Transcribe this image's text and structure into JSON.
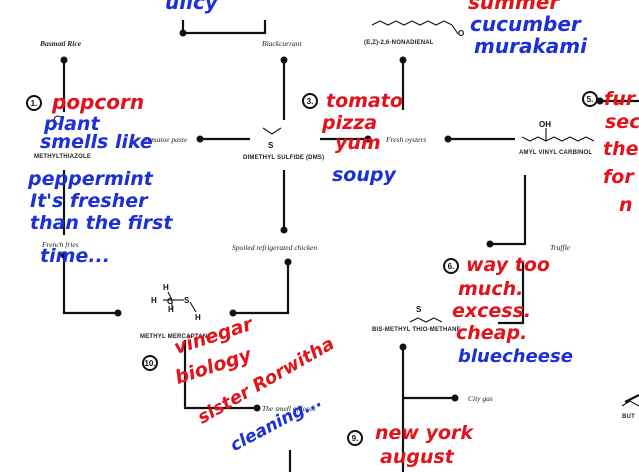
{
  "chart_labels": {
    "basmati": "Basmati Rice",
    "blackcurrant": "Blackcurrant",
    "nonadienal": "(E,Z)-2,6-NONADIENAL",
    "nonadienal_o": "O",
    "tomatoe_paste": "Tomatoe paste",
    "methylthiazole": "METHYLTHIAZOLE",
    "dms": "DIMETHYL SULFIDE (DMS)",
    "fresh_oysters": "Fresh oysters",
    "amyl": "AMYL VINYL CARBINOL",
    "amyl_oh": "OH",
    "spoiled_chicken": "Spoiled refrigerated chicken",
    "french_fries": "French fries",
    "truffle": "Truffle",
    "methyl_mercaptan": "METHYL MERCAPTAN",
    "bis_methyl": "BIS-METHYL THIO-METHANE",
    "city_gas": "City gas",
    "smell_of_feces": "The smell of feces",
    "butyl": "BUT",
    "s_atom": "S",
    "h_atom": "H",
    "c_atom": "C"
  },
  "circles": [
    "1.",
    "3.",
    "5.",
    "6.",
    "10.",
    "9."
  ],
  "notes": {
    "n1_red": "popcorn",
    "n1_blue_1": "plant",
    "n1_blue_2": "smells like",
    "n1_blue_3": "peppermint",
    "n1_blue_4": "It's fresher",
    "n1_blue_5": "than the first",
    "n1_blue_6": "time...",
    "n3_red_1": "tomato",
    "n3_red_2": "pizza",
    "n3_red_3": "yum",
    "n3_blue": "soupy",
    "top_red": "summer",
    "top_blue_1": "cucumber",
    "top_blue_2": "murakami",
    "n5_red_1": "fur",
    "n5_red_2": "sec",
    "n5_red_3": "the",
    "n5_red_4": "for",
    "n5_red_5": "n",
    "n6_red_1": "way too",
    "n6_red_2": "much.",
    "n6_red_3": "excess.",
    "n6_red_4": "cheap.",
    "n6_blue": "bluecheese",
    "n10_red_1": "vinegar",
    "n10_red_2": "biology",
    "n10_red_3": "sister Rorwitha",
    "n10_blue": "cleaning...",
    "n9_red_1": "new york",
    "n9_red_2": "august",
    "top_left_blue": "ulicy"
  },
  "colors": {
    "red_ink": "#e2131b",
    "blue_ink": "#1d2fd6",
    "line": "#111111"
  }
}
